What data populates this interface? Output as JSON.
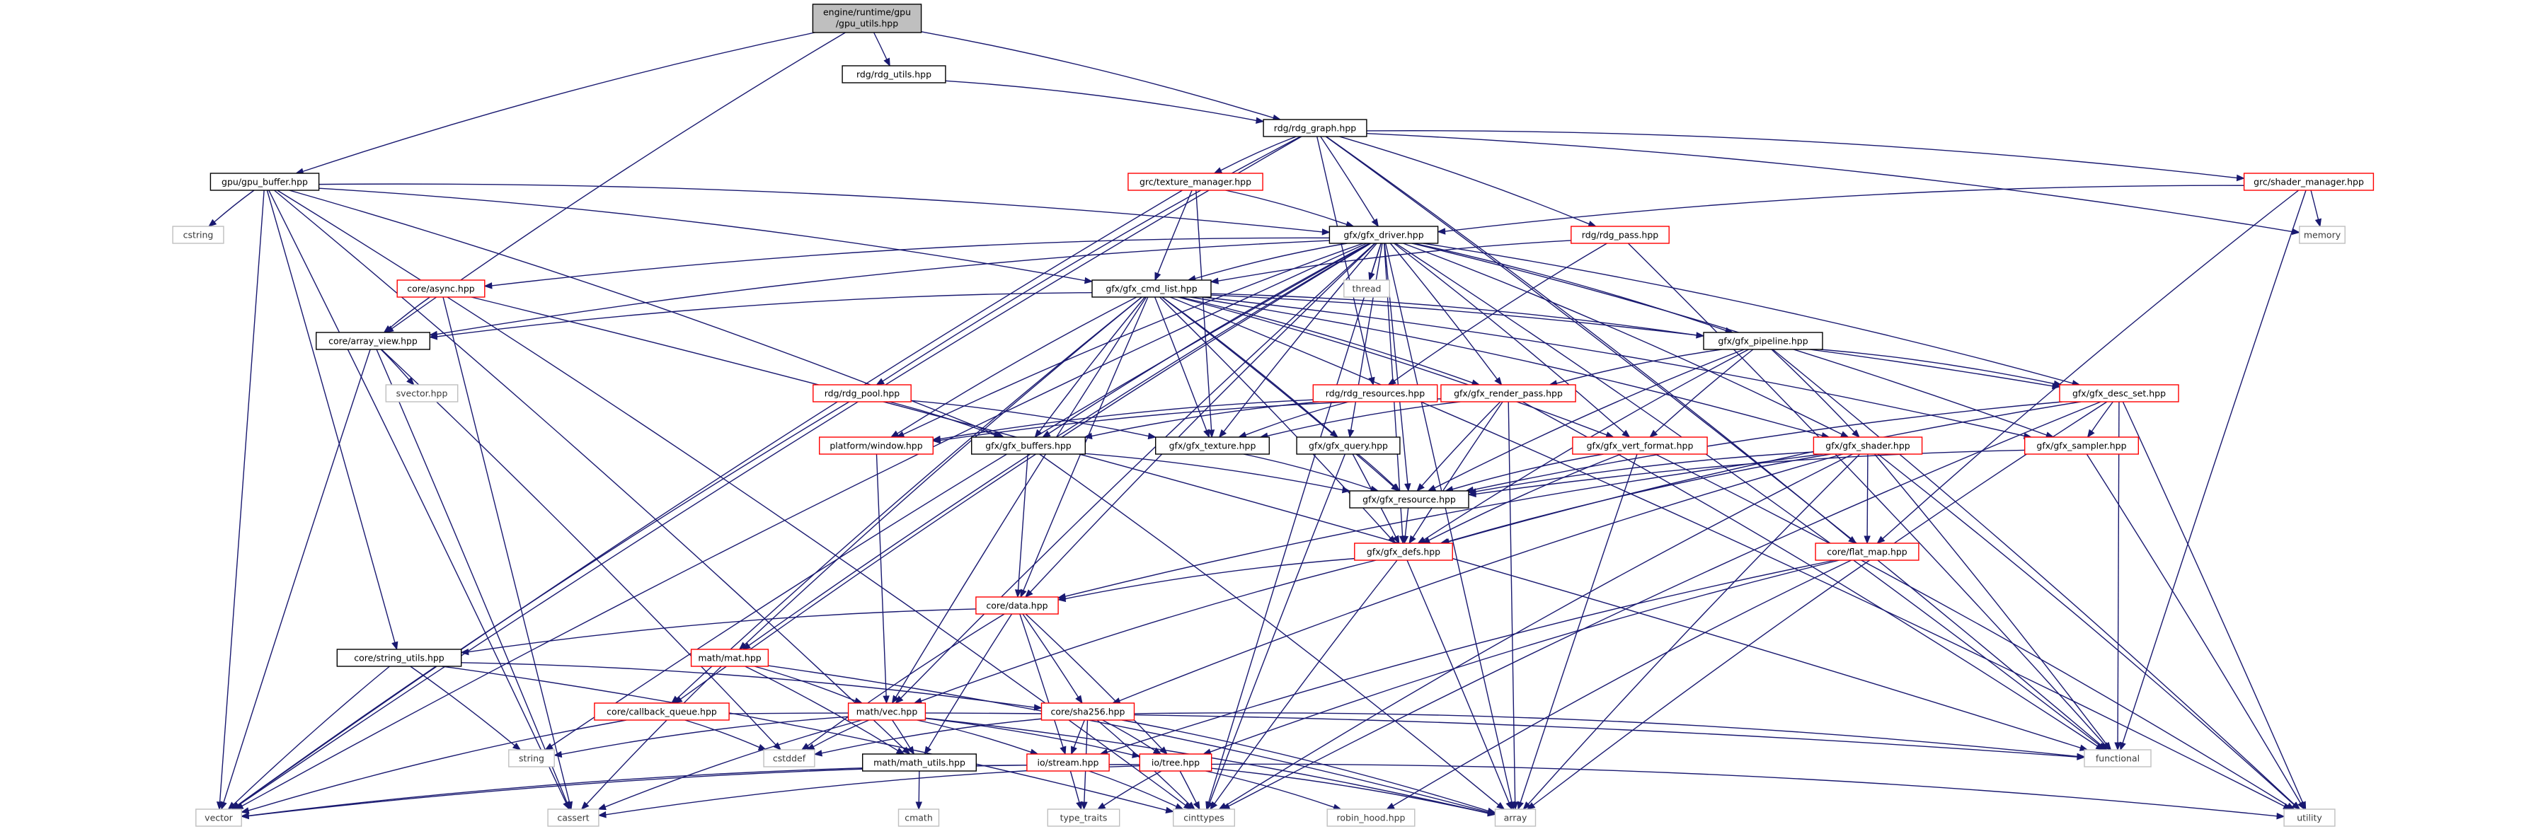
{
  "colors": {
    "edge": "#191970",
    "border_default": "#000000",
    "border_incomplete": "#ff0000",
    "border_system": "#bfbfbf",
    "root_fill": "#bfbfbf"
  },
  "nodes": [
    {
      "id": "root",
      "label": "engine/runtime/gpu\n/gpu_utils.hpp",
      "kind": "root"
    },
    {
      "id": "rdg_utils",
      "label": "rdg/rdg_utils.hpp",
      "kind": "default"
    },
    {
      "id": "rdg_graph",
      "label": "rdg/rdg_graph.hpp",
      "kind": "default"
    },
    {
      "id": "gpu_buffer",
      "label": "gpu/gpu_buffer.hpp",
      "kind": "default"
    },
    {
      "id": "texture_manager",
      "label": "grc/texture_manager.hpp",
      "kind": "incomplete"
    },
    {
      "id": "shader_manager",
      "label": "grc/shader_manager.hpp",
      "kind": "incomplete"
    },
    {
      "id": "gfx_driver",
      "label": "gfx/gfx_driver.hpp",
      "kind": "default"
    },
    {
      "id": "rdg_pass",
      "label": "rdg/rdg_pass.hpp",
      "kind": "incomplete"
    },
    {
      "id": "memory",
      "label": "memory",
      "kind": "system"
    },
    {
      "id": "cstring",
      "label": "cstring",
      "kind": "system"
    },
    {
      "id": "core_async",
      "label": "core/async.hpp",
      "kind": "incomplete"
    },
    {
      "id": "thread",
      "label": "thread",
      "kind": "system"
    },
    {
      "id": "gfx_cmd_list",
      "label": "gfx/gfx_cmd_list.hpp",
      "kind": "default"
    },
    {
      "id": "array_view",
      "label": "core/array_view.hpp",
      "kind": "default"
    },
    {
      "id": "gfx_pipeline",
      "label": "gfx/gfx_pipeline.hpp",
      "kind": "default"
    },
    {
      "id": "svector",
      "label": "svector.hpp",
      "kind": "system"
    },
    {
      "id": "rdg_pool",
      "label": "rdg/rdg_pool.hpp",
      "kind": "incomplete"
    },
    {
      "id": "rdg_resources",
      "label": "rdg/rdg_resources.hpp",
      "kind": "incomplete"
    },
    {
      "id": "gfx_render_pass",
      "label": "gfx/gfx_render_pass.hpp",
      "kind": "incomplete"
    },
    {
      "id": "gfx_desc_set",
      "label": "gfx/gfx_desc_set.hpp",
      "kind": "incomplete"
    },
    {
      "id": "platform_window",
      "label": "platform/window.hpp",
      "kind": "incomplete"
    },
    {
      "id": "gfx_buffers",
      "label": "gfx/gfx_buffers.hpp",
      "kind": "default"
    },
    {
      "id": "gfx_texture",
      "label": "gfx/gfx_texture.hpp",
      "kind": "default"
    },
    {
      "id": "gfx_query",
      "label": "gfx/gfx_query.hpp",
      "kind": "default"
    },
    {
      "id": "gfx_vert_format",
      "label": "gfx/gfx_vert_format.hpp",
      "kind": "incomplete"
    },
    {
      "id": "gfx_shader",
      "label": "gfx/gfx_shader.hpp",
      "kind": "incomplete"
    },
    {
      "id": "gfx_sampler",
      "label": "gfx/gfx_sampler.hpp",
      "kind": "incomplete"
    },
    {
      "id": "gfx_resource",
      "label": "gfx/gfx_resource.hpp",
      "kind": "default"
    },
    {
      "id": "gfx_defs",
      "label": "gfx/gfx_defs.hpp",
      "kind": "incomplete"
    },
    {
      "id": "flat_map",
      "label": "core/flat_map.hpp",
      "kind": "incomplete"
    },
    {
      "id": "core_data",
      "label": "core/data.hpp",
      "kind": "incomplete"
    },
    {
      "id": "string_utils",
      "label": "core/string_utils.hpp",
      "kind": "default"
    },
    {
      "id": "math_mat",
      "label": "math/mat.hpp",
      "kind": "incomplete"
    },
    {
      "id": "callback_queue",
      "label": "core/callback_queue.hpp",
      "kind": "incomplete"
    },
    {
      "id": "math_vec",
      "label": "math/vec.hpp",
      "kind": "incomplete"
    },
    {
      "id": "sha256",
      "label": "core/sha256.hpp",
      "kind": "incomplete"
    },
    {
      "id": "string",
      "label": "string",
      "kind": "system"
    },
    {
      "id": "cstddef",
      "label": "cstddef",
      "kind": "system"
    },
    {
      "id": "math_utils",
      "label": "math/math_utils.hpp",
      "kind": "default"
    },
    {
      "id": "io_stream",
      "label": "io/stream.hpp",
      "kind": "incomplete"
    },
    {
      "id": "io_tree",
      "label": "io/tree.hpp",
      "kind": "incomplete"
    },
    {
      "id": "functional",
      "label": "functional",
      "kind": "system"
    },
    {
      "id": "vector",
      "label": "vector",
      "kind": "system"
    },
    {
      "id": "cassert",
      "label": "cassert",
      "kind": "system"
    },
    {
      "id": "type_traits",
      "label": "type_traits",
      "kind": "system"
    },
    {
      "id": "cinttypes",
      "label": "cinttypes",
      "kind": "system"
    },
    {
      "id": "cmath",
      "label": "cmath",
      "kind": "system"
    },
    {
      "id": "robin_hood",
      "label": "robin_hood.hpp",
      "kind": "system"
    },
    {
      "id": "array",
      "label": "array",
      "kind": "system"
    },
    {
      "id": "utility",
      "label": "utility",
      "kind": "system"
    }
  ],
  "edges": [
    [
      "root",
      "rdg_utils"
    ],
    [
      "root",
      "rdg_graph"
    ],
    [
      "root",
      "gpu_buffer"
    ],
    [
      "root",
      "array_view"
    ],
    [
      "rdg_utils",
      "rdg_graph"
    ],
    [
      "rdg_graph",
      "texture_manager"
    ],
    [
      "rdg_graph",
      "shader_manager"
    ],
    [
      "rdg_graph",
      "gfx_driver"
    ],
    [
      "rdg_graph",
      "rdg_pass"
    ],
    [
      "rdg_graph",
      "memory"
    ],
    [
      "rdg_graph",
      "functional"
    ],
    [
      "rdg_graph",
      "vector"
    ],
    [
      "rdg_graph",
      "rdg_pool"
    ],
    [
      "rdg_graph",
      "rdg_resources"
    ],
    [
      "rdg_graph",
      "flat_map"
    ],
    [
      "gpu_buffer",
      "cstring"
    ],
    [
      "gpu_buffer",
      "gfx_driver"
    ],
    [
      "gpu_buffer",
      "gfx_cmd_list"
    ],
    [
      "gpu_buffer",
      "gfx_buffers"
    ],
    [
      "gpu_buffer",
      "string_utils"
    ],
    [
      "gpu_buffer",
      "math_utils"
    ],
    [
      "gpu_buffer",
      "vector"
    ],
    [
      "gpu_buffer",
      "cassert"
    ],
    [
      "gpu_buffer",
      "cinttypes"
    ],
    [
      "texture_manager",
      "gfx_driver"
    ],
    [
      "texture_manager",
      "gfx_cmd_list"
    ],
    [
      "texture_manager",
      "gfx_texture"
    ],
    [
      "texture_manager",
      "vector"
    ],
    [
      "shader_manager",
      "gfx_driver"
    ],
    [
      "shader_manager",
      "memory"
    ],
    [
      "shader_manager",
      "functional"
    ],
    [
      "shader_manager",
      "flat_map"
    ],
    [
      "rdg_pass",
      "gfx_cmd_list"
    ],
    [
      "rdg_pass",
      "rdg_resources"
    ],
    [
      "rdg_pass",
      "functional"
    ],
    [
      "gfx_driver",
      "core_async"
    ],
    [
      "gfx_driver",
      "thread"
    ],
    [
      "gfx_driver",
      "gfx_cmd_list"
    ],
    [
      "gfx_driver",
      "array_view"
    ],
    [
      "gfx_driver",
      "gfx_pipeline"
    ],
    [
      "gfx_driver",
      "gfx_render_pass"
    ],
    [
      "gfx_driver",
      "gfx_desc_set"
    ],
    [
      "gfx_driver",
      "platform_window"
    ],
    [
      "gfx_driver",
      "gfx_buffers"
    ],
    [
      "gfx_driver",
      "gfx_texture"
    ],
    [
      "gfx_driver",
      "gfx_query"
    ],
    [
      "gfx_driver",
      "gfx_vert_format"
    ],
    [
      "gfx_driver",
      "gfx_shader"
    ],
    [
      "gfx_driver",
      "gfx_sampler"
    ],
    [
      "gfx_driver",
      "gfx_resource"
    ],
    [
      "gfx_driver",
      "gfx_defs"
    ],
    [
      "gfx_driver",
      "core_data"
    ],
    [
      "gfx_driver",
      "math_mat"
    ],
    [
      "gfx_driver",
      "callback_queue"
    ],
    [
      "gfx_driver",
      "math_vec"
    ],
    [
      "gfx_driver",
      "string"
    ],
    [
      "gfx_driver",
      "functional"
    ],
    [
      "gfx_driver",
      "array"
    ],
    [
      "gfx_driver",
      "cinttypes"
    ],
    [
      "gfx_driver",
      "vector"
    ],
    [
      "core_async",
      "array_view"
    ],
    [
      "core_async",
      "cassert"
    ],
    [
      "core_async",
      "functional"
    ],
    [
      "gfx_cmd_list",
      "array_view"
    ],
    [
      "gfx_cmd_list",
      "gfx_pipeline"
    ],
    [
      "gfx_cmd_list",
      "gfx_render_pass"
    ],
    [
      "gfx_cmd_list",
      "gfx_desc_set"
    ],
    [
      "gfx_cmd_list",
      "gfx_buffers"
    ],
    [
      "gfx_cmd_list",
      "gfx_texture"
    ],
    [
      "gfx_cmd_list",
      "gfx_query"
    ],
    [
      "gfx_cmd_list",
      "gfx_vert_format"
    ],
    [
      "gfx_cmd_list",
      "gfx_shader"
    ],
    [
      "gfx_cmd_list",
      "gfx_sampler"
    ],
    [
      "gfx_cmd_list",
      "gfx_resource"
    ],
    [
      "gfx_cmd_list",
      "gfx_defs"
    ],
    [
      "gfx_cmd_list",
      "core_data"
    ],
    [
      "gfx_cmd_list",
      "math_mat"
    ],
    [
      "gfx_cmd_list",
      "math_vec"
    ],
    [
      "gfx_cmd_list",
      "callback_queue"
    ],
    [
      "gfx_cmd_list",
      "platform_window"
    ],
    [
      "gfx_cmd_list",
      "utility"
    ],
    [
      "array_view",
      "svector"
    ],
    [
      "array_view",
      "vector"
    ],
    [
      "array_view",
      "cassert"
    ],
    [
      "array_view",
      "cstddef"
    ],
    [
      "gfx_pipeline",
      "gfx_render_pass"
    ],
    [
      "gfx_pipeline",
      "gfx_desc_set"
    ],
    [
      "gfx_pipeline",
      "gfx_shader"
    ],
    [
      "gfx_pipeline",
      "gfx_vert_format"
    ],
    [
      "gfx_pipeline",
      "gfx_resource"
    ],
    [
      "gfx_pipeline",
      "gfx_defs"
    ],
    [
      "gfx_pipeline",
      "utility"
    ],
    [
      "rdg_pool",
      "gfx_buffers"
    ],
    [
      "rdg_pool",
      "gfx_texture"
    ],
    [
      "rdg_pool",
      "vector"
    ],
    [
      "rdg_resources",
      "gfx_buffers"
    ],
    [
      "rdg_resources",
      "gfx_texture"
    ],
    [
      "rdg_resources",
      "platform_window"
    ],
    [
      "gfx_render_pass",
      "gfx_texture"
    ],
    [
      "gfx_render_pass",
      "gfx_resource"
    ],
    [
      "gfx_render_pass",
      "gfx_defs"
    ],
    [
      "gfx_render_pass",
      "array"
    ],
    [
      "gfx_render_pass",
      "platform_window"
    ],
    [
      "gfx_render_pass",
      "functional"
    ],
    [
      "gfx_desc_set",
      "gfx_sampler"
    ],
    [
      "gfx_desc_set",
      "gfx_resource"
    ],
    [
      "gfx_desc_set",
      "gfx_defs"
    ],
    [
      "gfx_desc_set",
      "functional"
    ],
    [
      "gfx_desc_set",
      "array"
    ],
    [
      "gfx_desc_set",
      "utility"
    ],
    [
      "gfx_desc_set",
      "cinttypes"
    ],
    [
      "platform_window",
      "math_vec"
    ],
    [
      "gfx_buffers",
      "gfx_resource"
    ],
    [
      "gfx_buffers",
      "core_data"
    ],
    [
      "gfx_buffers",
      "array"
    ],
    [
      "gfx_texture",
      "gfx_resource"
    ],
    [
      "gfx_query",
      "gfx_resource"
    ],
    [
      "gfx_query",
      "gfx_defs"
    ],
    [
      "gfx_query",
      "cinttypes"
    ],
    [
      "gfx_vert_format",
      "gfx_resource"
    ],
    [
      "gfx_vert_format",
      "gfx_defs"
    ],
    [
      "gfx_vert_format",
      "array"
    ],
    [
      "gfx_vert_format",
      "utility"
    ],
    [
      "gfx_shader",
      "gfx_resource"
    ],
    [
      "gfx_shader",
      "gfx_defs"
    ],
    [
      "gfx_shader",
      "flat_map"
    ],
    [
      "gfx_shader",
      "sha256"
    ],
    [
      "gfx_shader",
      "core_data"
    ],
    [
      "gfx_shader",
      "functional"
    ],
    [
      "gfx_shader",
      "array"
    ],
    [
      "gfx_shader",
      "utility"
    ],
    [
      "gfx_shader",
      "cinttypes"
    ],
    [
      "gfx_sampler",
      "gfx_resource"
    ],
    [
      "gfx_sampler",
      "utility"
    ],
    [
      "gfx_resource",
      "gfx_defs"
    ],
    [
      "gfx_defs",
      "core_data"
    ],
    [
      "gfx_defs",
      "math_vec"
    ],
    [
      "gfx_defs",
      "array"
    ],
    [
      "gfx_defs",
      "cinttypes"
    ],
    [
      "flat_map",
      "io_tree"
    ],
    [
      "flat_map",
      "robin_hood"
    ],
    [
      "flat_map",
      "io_stream"
    ],
    [
      "core_data",
      "string_utils"
    ],
    [
      "core_data",
      "sha256"
    ],
    [
      "core_data",
      "io_stream"
    ],
    [
      "core_data",
      "io_tree"
    ],
    [
      "core_data",
      "math_utils"
    ],
    [
      "core_data",
      "cstddef"
    ],
    [
      "string_utils",
      "string"
    ],
    [
      "string_utils",
      "vector"
    ],
    [
      "string_utils",
      "sha256"
    ],
    [
      "string_utils",
      "cinttypes"
    ],
    [
      "math_mat",
      "math_vec"
    ],
    [
      "math_mat",
      "math_utils"
    ],
    [
      "math_mat",
      "cassert"
    ],
    [
      "math_mat",
      "array"
    ],
    [
      "callback_queue",
      "vector"
    ],
    [
      "callback_queue",
      "cstddef"
    ],
    [
      "callback_queue",
      "functional"
    ],
    [
      "math_vec",
      "string"
    ],
    [
      "math_vec",
      "cassert"
    ],
    [
      "math_vec",
      "cstddef"
    ],
    [
      "math_vec",
      "math_utils"
    ],
    [
      "math_vec",
      "io_stream"
    ],
    [
      "math_vec",
      "io_tree"
    ],
    [
      "math_vec",
      "array"
    ],
    [
      "sha256",
      "cstddef"
    ],
    [
      "sha256",
      "io_stream"
    ],
    [
      "sha256",
      "io_tree"
    ],
    [
      "sha256",
      "functional"
    ],
    [
      "sha256",
      "type_traits"
    ],
    [
      "sha256",
      "cinttypes"
    ],
    [
      "sha256",
      "array"
    ],
    [
      "math_utils",
      "cmath"
    ],
    [
      "io_stream",
      "vector"
    ],
    [
      "io_stream",
      "cinttypes"
    ],
    [
      "io_stream",
      "type_traits"
    ],
    [
      "io_tree",
      "vector"
    ],
    [
      "io_tree",
      "type_traits"
    ],
    [
      "io_tree",
      "cinttypes"
    ],
    [
      "io_tree",
      "robin_hood"
    ],
    [
      "io_tree",
      "array"
    ],
    [
      "io_tree",
      "utility"
    ],
    [
      "io_tree",
      "cassert"
    ]
  ]
}
